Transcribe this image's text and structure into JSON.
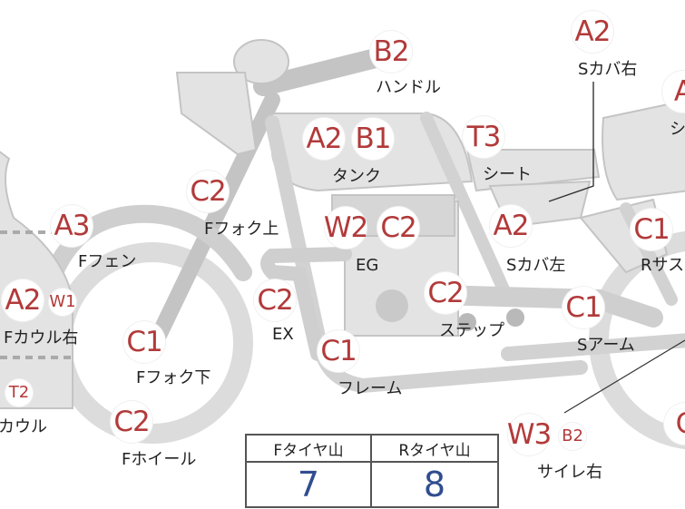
{
  "badges": {
    "handle": "B2",
    "scover_right_top": "A2",
    "tank_a": "A2",
    "tank_b": "B1",
    "seat": "T3",
    "rear_edge_top": "A",
    "ffork_top": "C2",
    "fender": "A3",
    "eg_w": "W2",
    "eg_c": "C2",
    "scover_left": "A2",
    "rear_c1": "C1",
    "fcowl_a": "A2",
    "fcowl_w": "W1",
    "ex": "C2",
    "step": "C2",
    "ffork_bottom": "C1",
    "frame": "C1",
    "sarm": "C1",
    "cowl_t": "T2",
    "fwheel": "C2",
    "sirer_w": "W3",
    "sirer_b": "B2",
    "rear_edge_bottom": "C"
  },
  "labels": {
    "handle": "ハンドル",
    "scover_right": "Sカバ右",
    "rear_edge_top": "シ",
    "tank": "タンク",
    "seat": "シート",
    "ffork_top": "Fフォク上",
    "fender": "Fフェン",
    "eg": "EG",
    "scover_left": "Sカバ左",
    "rsus": "Rサス",
    "fcowl_right": "Fカウル右",
    "ex": "EX",
    "step": "ステップ",
    "ffork_bottom": "Fフォク下",
    "frame": "フレーム",
    "sarm": "Sアーム",
    "cowl": "カウル",
    "fwheel": "Fホイール",
    "sirer_right": "サイレ右"
  },
  "tire_table": {
    "front_header": "Fタイヤ山",
    "rear_header": "Rタイヤ山",
    "front_value": "7",
    "rear_value": "8"
  },
  "colors": {
    "badge_text": "#b23a3a",
    "value_text": "#2f4d8f",
    "bike_fill": "#e3e3e3"
  }
}
